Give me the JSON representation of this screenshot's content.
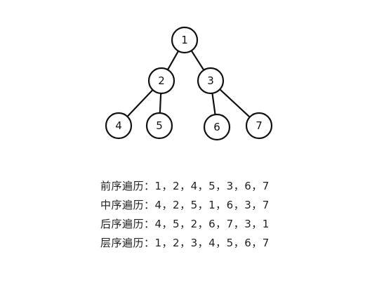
{
  "tree": {
    "nodes": [
      {
        "id": "n1",
        "label": "1"
      },
      {
        "id": "n2",
        "label": "2"
      },
      {
        "id": "n3",
        "label": "3"
      },
      {
        "id": "n4",
        "label": "4"
      },
      {
        "id": "n5",
        "label": "5"
      },
      {
        "id": "n6",
        "label": "6"
      },
      {
        "id": "n7",
        "label": "7"
      }
    ],
    "edges": [
      {
        "from": "n1",
        "to": "n2"
      },
      {
        "from": "n1",
        "to": "n3"
      },
      {
        "from": "n2",
        "to": "n4"
      },
      {
        "from": "n2",
        "to": "n5"
      },
      {
        "from": "n3",
        "to": "n6"
      },
      {
        "from": "n3",
        "to": "n7"
      }
    ]
  },
  "traversals": {
    "preorder": "前序遍历：1，2，4，5，3，6，7",
    "inorder": "中序遍历：4，2，5，1，6，3，7",
    "postorder": "后序遍历：4，5，2，6，7，3，1",
    "levelorder": "层序遍历：1，2，3，4，5，6，7"
  }
}
